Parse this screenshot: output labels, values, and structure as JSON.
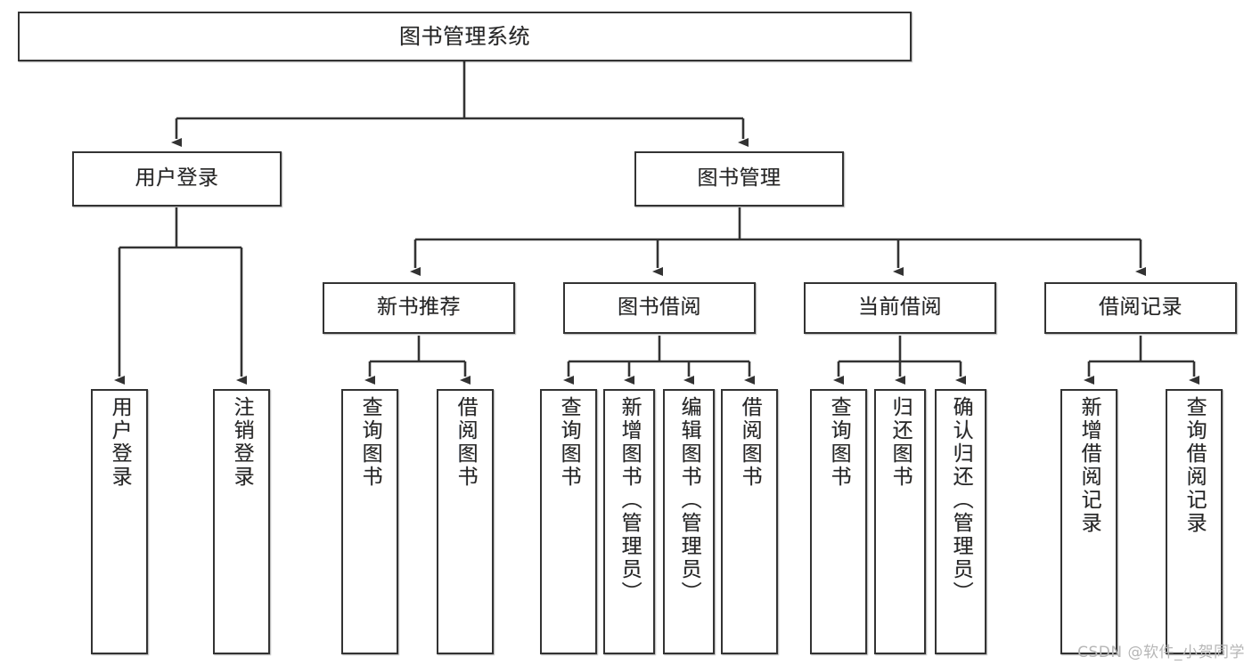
{
  "diagram": {
    "title": "图书管理系统",
    "type": "tree-hierarchy",
    "watermark": "CSDN @软件_小贺同学",
    "colors": {
      "node_border": "#333333",
      "node_fill": "#ffffff",
      "edge": "#333333",
      "text": "#262626",
      "watermark": "#b6b6b6",
      "background": "#ffffff"
    },
    "nodes": {
      "root": {
        "label": "图书管理系统"
      },
      "level2": [
        {
          "id": "user-login",
          "label": "用户登录"
        },
        {
          "id": "book-manage",
          "label": "图书管理"
        }
      ],
      "level3": [
        {
          "id": "new-book-recommend",
          "label": "新书推荐"
        },
        {
          "id": "book-borrow",
          "label": "图书借阅"
        },
        {
          "id": "current-borrow",
          "label": "当前借阅"
        },
        {
          "id": "borrow-record",
          "label": "借阅记录"
        }
      ],
      "leaves": [
        {
          "id": "leaf-user-login",
          "label": "用户登录",
          "parent": "user-login"
        },
        {
          "id": "leaf-logout",
          "label": "注销登录",
          "parent": "user-login"
        },
        {
          "id": "leaf-query-book-1",
          "label": "查询图书",
          "parent": "new-book-recommend"
        },
        {
          "id": "leaf-borrow-book-1",
          "label": "借阅图书",
          "parent": "new-book-recommend"
        },
        {
          "id": "leaf-query-book-2",
          "label": "查询图书",
          "parent": "book-borrow"
        },
        {
          "id": "leaf-add-book",
          "label": "新增图书（管理员）",
          "parent": "book-borrow"
        },
        {
          "id": "leaf-edit-book",
          "label": "编辑图书（管理员）",
          "parent": "book-borrow"
        },
        {
          "id": "leaf-borrow-book-2",
          "label": "借阅图书",
          "parent": "book-borrow"
        },
        {
          "id": "leaf-query-book-3",
          "label": "查询图书",
          "parent": "current-borrow"
        },
        {
          "id": "leaf-return-book",
          "label": "归还图书",
          "parent": "current-borrow"
        },
        {
          "id": "leaf-confirm-return",
          "label": "确认归还（管理员）",
          "parent": "current-borrow"
        },
        {
          "id": "leaf-add-record",
          "label": "新增借阅记录",
          "parent": "borrow-record"
        },
        {
          "id": "leaf-query-record",
          "label": "查询借阅记录",
          "parent": "borrow-record"
        }
      ]
    }
  }
}
